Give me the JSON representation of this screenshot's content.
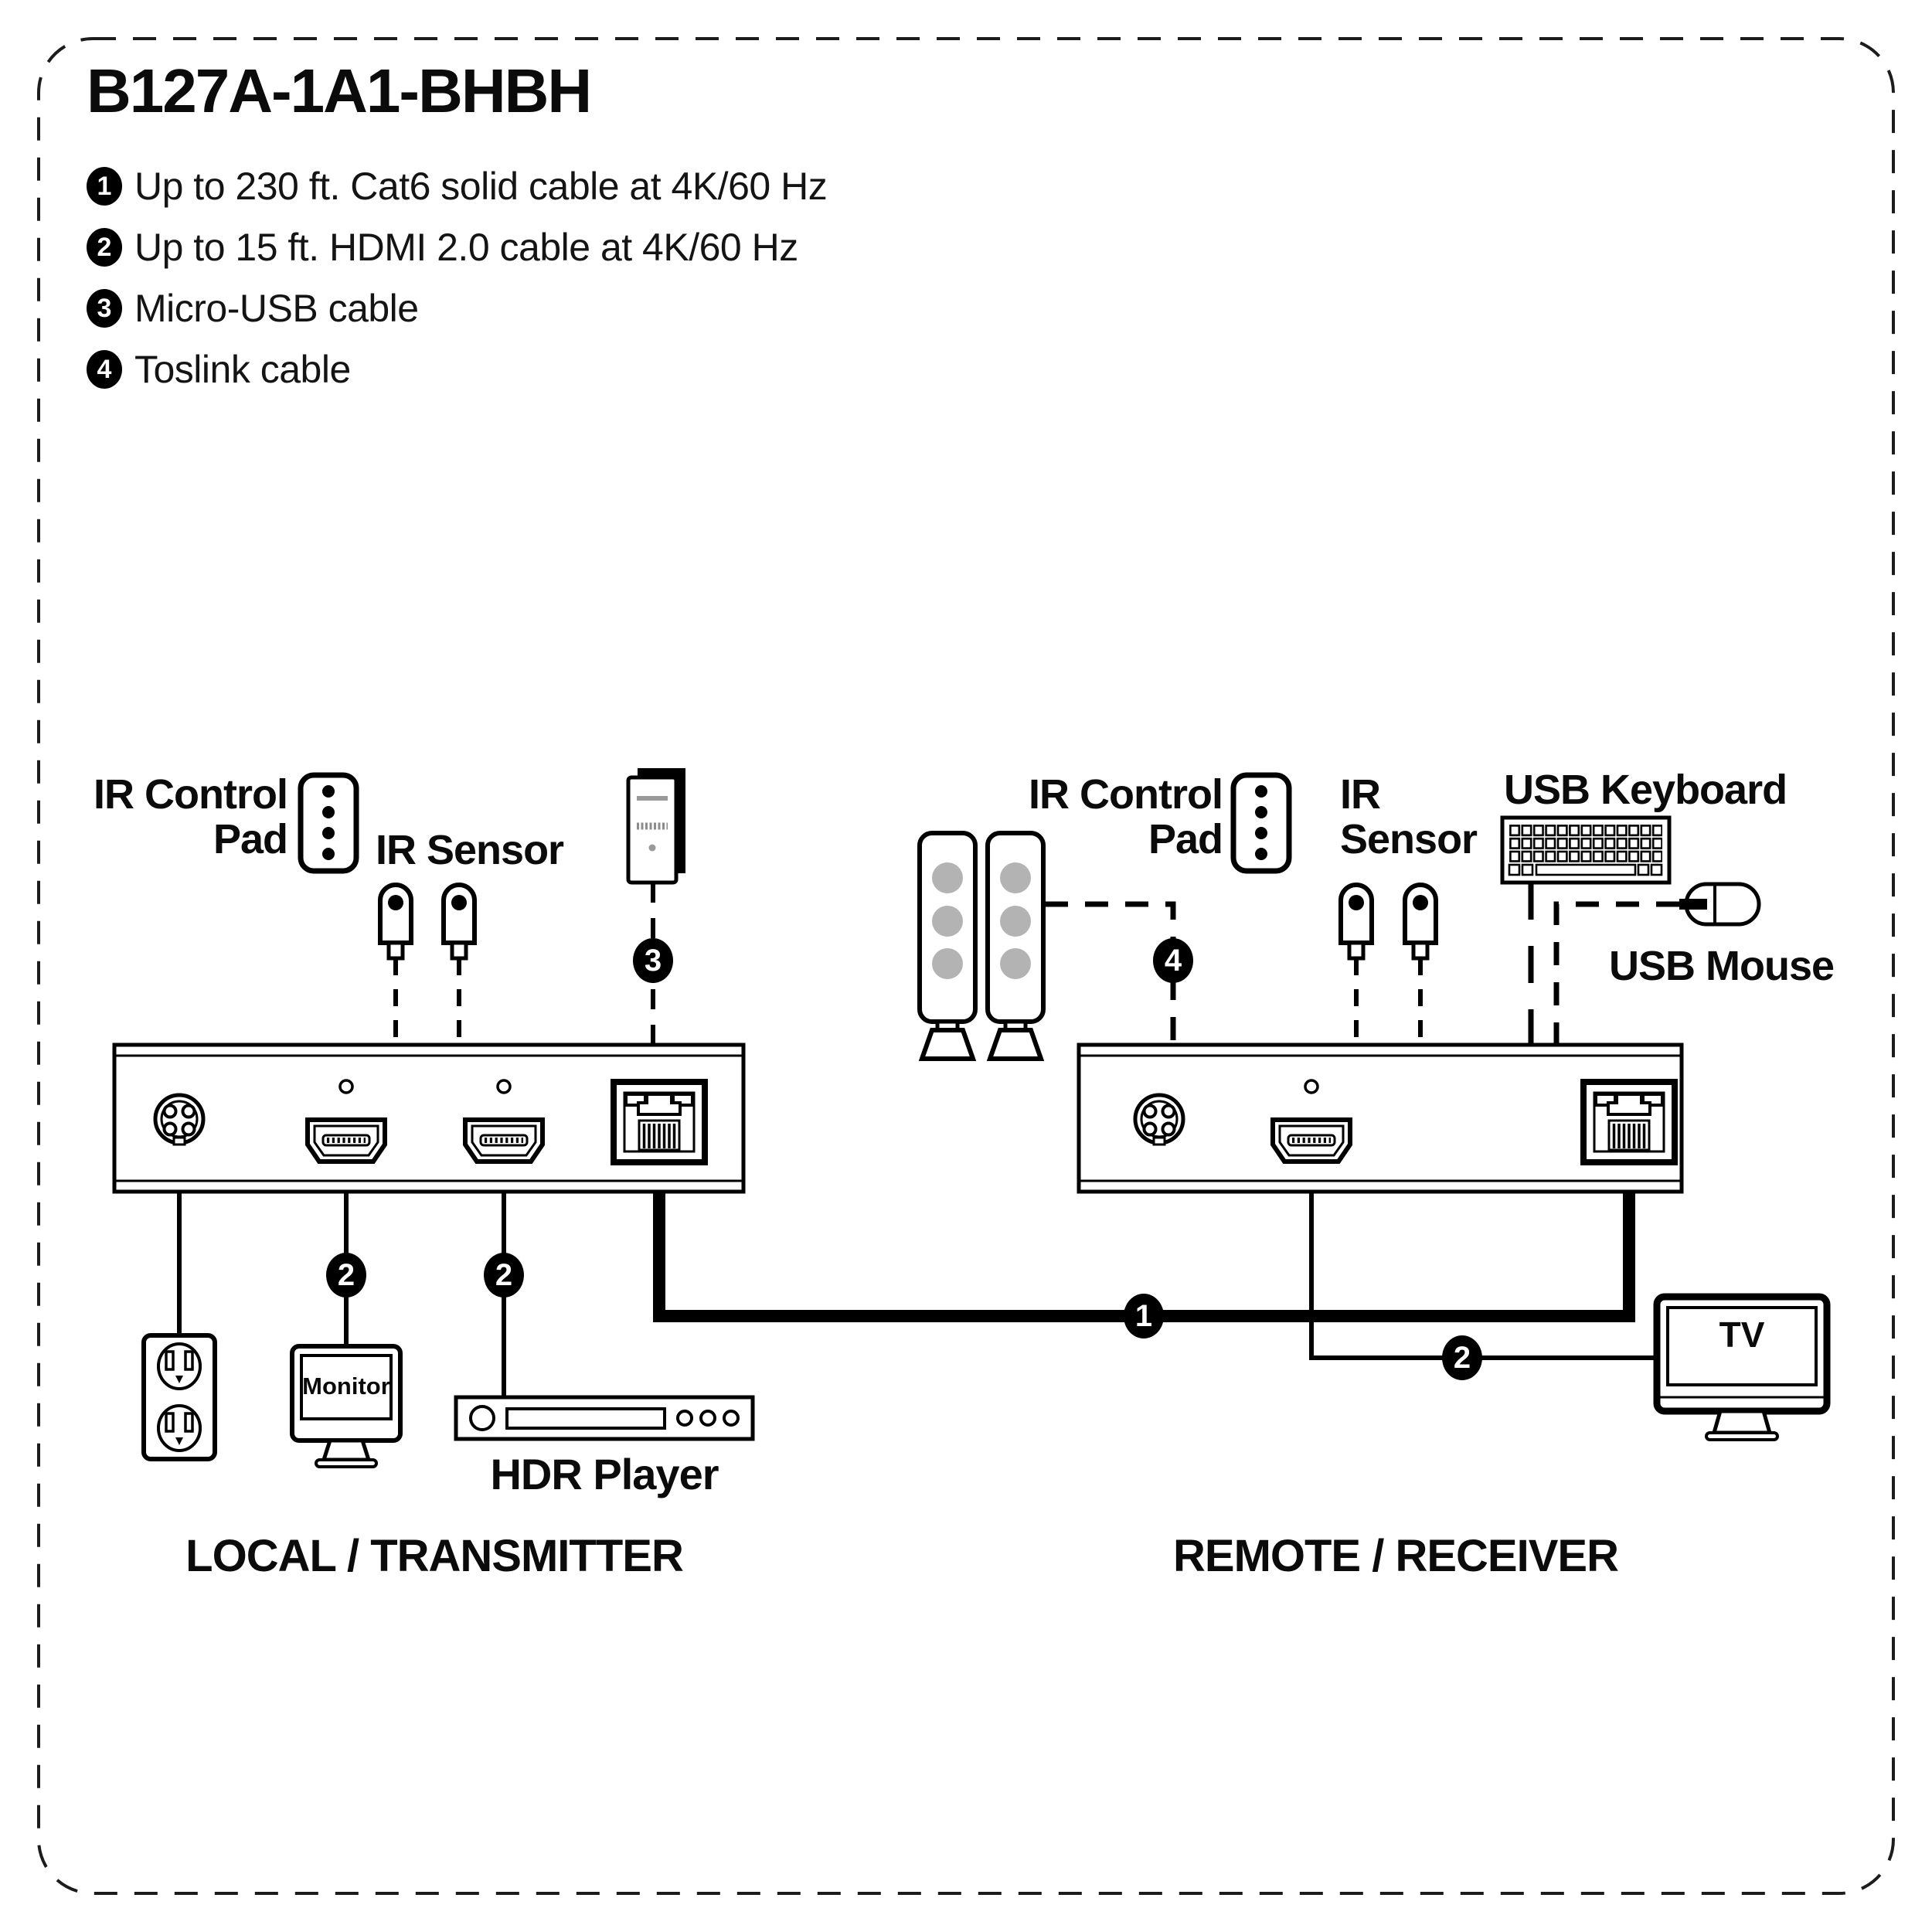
{
  "title": "B127A-1A1-BHBH",
  "legend": [
    {
      "num": "1",
      "text": "Up to 230 ft. Cat6 solid cable at 4K/60 Hz"
    },
    {
      "num": "2",
      "text": "Up to 15 ft. HDMI 2.0 cable at 4K/60 Hz"
    },
    {
      "num": "3",
      "text": "Micro-USB cable"
    },
    {
      "num": "4",
      "text": "Toslink cable"
    }
  ],
  "transmitter": {
    "section_label": "LOCAL / TRANSMITTER",
    "ir_control_pad": {
      "line1": "IR Control",
      "line2": "Pad"
    },
    "ir_sensor_label": "IR Sensor",
    "monitor_label": "Monitor",
    "hdr_player_label": "HDR Player"
  },
  "receiver": {
    "section_label": "REMOTE / RECEIVER",
    "ir_control_pad": {
      "line1": "IR Control",
      "line2": "Pad"
    },
    "ir_sensor": {
      "line1": "IR",
      "line2": "Sensor"
    },
    "usb_keyboard_label": "USB Keyboard",
    "usb_mouse_label": "USB Mouse",
    "tv_label": "TV"
  },
  "cable_badges": {
    "cat6": "1",
    "monitor_hdmi": "2",
    "source_hdmi": "2",
    "tv_hdmi": "2",
    "micro_usb": "3",
    "toslink": "4"
  },
  "colors": {
    "ink": "#000000",
    "speaker_driver": "#b3b3b3",
    "tower_detail": "#999999",
    "background": "#ffffff"
  }
}
